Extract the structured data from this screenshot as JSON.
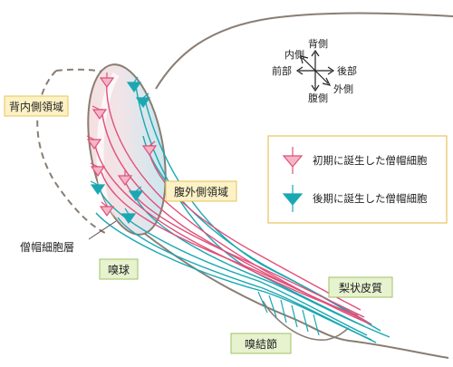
{
  "labels": {
    "dorsomedial": "背内側領域",
    "ventrolateral": "腹外側領域",
    "mitral_layer": "僧帽細胞層",
    "olfactory_bulb": "嗅球",
    "piriform_cortex": "梨状皮質",
    "olfactory_tubercle": "嗅結節"
  },
  "compass": {
    "dorsal": "背側",
    "medial": "内側",
    "anterior": "前部",
    "posterior": "後部",
    "ventral": "腹側",
    "lateral": "外側"
  },
  "legend": {
    "early": "初期に誕生した僧帽細胞",
    "late": "後期に誕生した僧帽細胞"
  },
  "colors": {
    "early": "#e0507a",
    "late": "#1aa8b3",
    "outline": "#8a7d72",
    "bulb_fill_pink": "#f7dede",
    "bulb_fill_blue": "#d6ebef",
    "label_box": "#fdf2c6",
    "structure_box": "#e7f2cf"
  }
}
